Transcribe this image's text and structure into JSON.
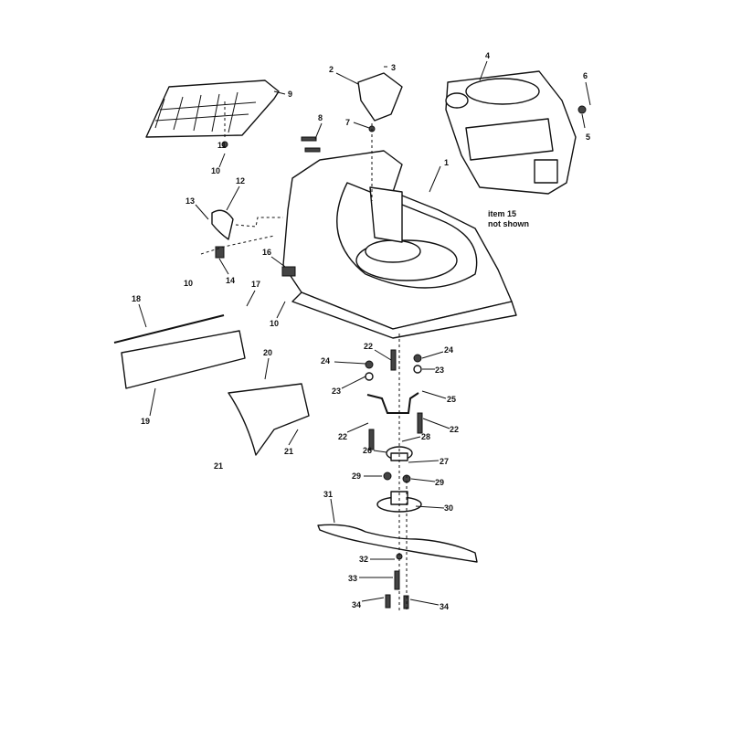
{
  "callouts": [
    "1",
    "2",
    "3",
    "4",
    "5",
    "6",
    "7",
    "8",
    "9",
    "10",
    "11",
    "12",
    "13",
    "14",
    "10",
    "16",
    "17",
    "10",
    "18",
    "19",
    "20",
    "21",
    "21",
    "22",
    "24",
    "23",
    "24",
    "23",
    "25",
    "22",
    "22",
    "26",
    "28",
    "27",
    "29",
    "29",
    "30",
    "31",
    "32",
    "33",
    "34",
    "34"
  ],
  "note": {
    "line1": "item 15",
    "line2": "not shown"
  }
}
